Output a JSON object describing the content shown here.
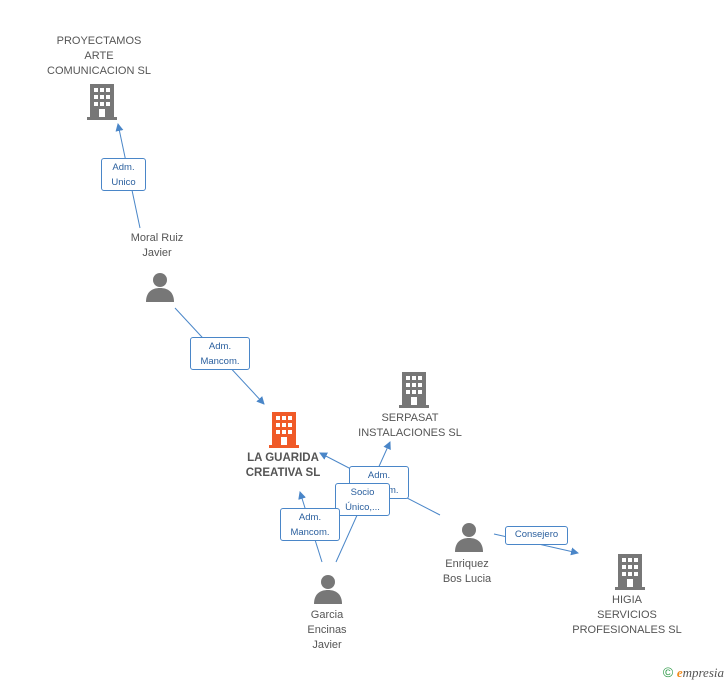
{
  "nodes": {
    "proyectamos": {
      "label": "PROYECTAMOS\nARTE\nCOMUNICACION SL",
      "type": "company",
      "color": "#777777"
    },
    "moral": {
      "label": "Moral Ruiz\nJavier",
      "type": "person",
      "color": "#777777"
    },
    "guarida": {
      "label": "LA GUARIDA\nCREATIVA SL",
      "type": "company",
      "color": "#f05a28"
    },
    "serpasat": {
      "label": "SERPASAT\nINSTALACIONES SL",
      "type": "company",
      "color": "#777777"
    },
    "enriquez": {
      "label": "Enriquez\nBos Lucia",
      "type": "person",
      "color": "#777777"
    },
    "garcia": {
      "label": "Garcia\nEncinas\nJavier",
      "type": "person",
      "color": "#777777"
    },
    "higia": {
      "label": "HIGIA\nSERVICIOS\nPROFESIONALES SL",
      "type": "company",
      "color": "#777777"
    }
  },
  "edges": {
    "moral_proyectamos": "Adm.\nUnico",
    "moral_guarida": "Adm.\nMancom.",
    "enriquez_guarida": "Adm.\nMancom.",
    "garcia_serpasat": "Socio\nÚnico,...",
    "garcia_guarida": "Adm.\nMancom.",
    "enriquez_higia": "Consejero"
  },
  "colors": {
    "edge": "#4a86c8",
    "accent": "#f05a28",
    "icon": "#777777"
  },
  "footer": {
    "copyright": "©",
    "brand_initial": "e",
    "brand_rest": "mpresia"
  }
}
